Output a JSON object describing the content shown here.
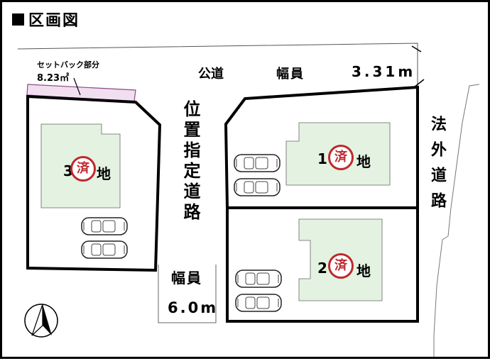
{
  "title": "区画図",
  "setback": {
    "label": "セットバック部分",
    "area": "8.23㎡"
  },
  "roads": {
    "public_road": "公道",
    "top_width_label": "幅員",
    "top_width_value": "3.31m",
    "designated_road": "位置指定道路",
    "mid_width_label": "幅員",
    "mid_width_value": "6.0m",
    "outside_road": "法外道路"
  },
  "lots": [
    {
      "number": "1",
      "suffix": "地",
      "stamp": "済"
    },
    {
      "number": "2",
      "suffix": "地",
      "stamp": "済"
    },
    {
      "number": "3",
      "suffix": "地",
      "stamp": "済"
    }
  ],
  "colors": {
    "lot_fill": "#e4f2e2",
    "setback_fill": "#f1dff0",
    "stamp_red": "#c0282c"
  },
  "icons": [
    "north-arrow-icon",
    "car-icon",
    "sold-stamp-icon"
  ]
}
